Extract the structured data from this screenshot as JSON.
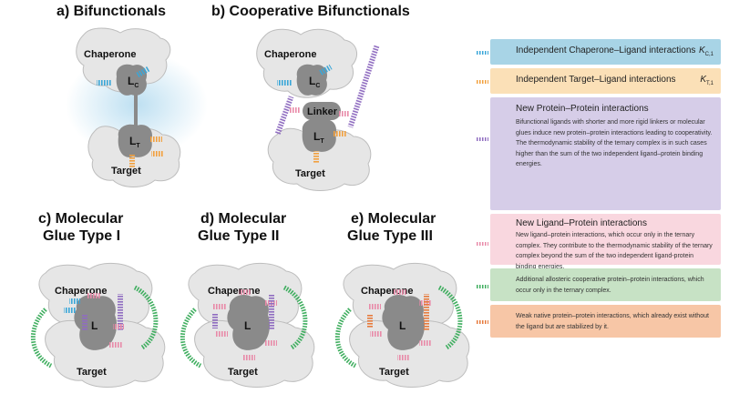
{
  "panels": {
    "a": {
      "title": "a) Bifunctionals",
      "chaperone": "Chaperone",
      "target": "Target",
      "lc": "L",
      "lc_sub": "C",
      "lt": "L",
      "lt_sub": "T"
    },
    "b": {
      "title": "b) Cooperative Bifunctionals",
      "chaperone": "Chaperone",
      "target": "Target",
      "lc": "L",
      "lc_sub": "C",
      "lt": "L",
      "lt_sub": "T",
      "linker": "Linker"
    },
    "c": {
      "title_line1": "c) Molecular",
      "title_line2": "Glue Type I",
      "chaperone": "Chaperone",
      "target": "Target",
      "ligand": "L"
    },
    "d": {
      "title_line1": "d) Molecular",
      "title_line2": "Glue Type II",
      "chaperone": "Chaperone",
      "target": "Target",
      "ligand": "L"
    },
    "e": {
      "title_line1": "e) Molecular",
      "title_line2": "Glue Type III",
      "chaperone": "Chaperone",
      "target": "Target",
      "ligand": "L"
    }
  },
  "legend": [
    {
      "id": "blue",
      "title": "Independent Chaperone–Ligand interactions",
      "k": "K",
      "k_sub": "C,1",
      "bg": "#a8d4e6",
      "icon": "#39a6d8"
    },
    {
      "id": "orange",
      "title": "Independent Target–Ligand interactions",
      "k": "K",
      "k_sub": "T,1",
      "bg": "#fbe0b7",
      "icon": "#f2a03d"
    },
    {
      "id": "purple",
      "title": "New Protein–Protein interactions",
      "text": "Bifunctional ligands with shorter and more rigid linkers or molecular glues induce new protein–protein interactions leading to cooperativity. The thermodynamic stability of the ternary complex is in such cases higher than the sum of the two independent ligand–protein binding energies.",
      "bg": "#d6cde8",
      "icon": "#8f6cc0"
    },
    {
      "id": "pink",
      "title": "New Ligand–Protein interactions",
      "text": "New ligand–protein interactions, which occur only in the ternary complex. They contribute to the thermodynamic stability of the ternary complex beyond the sum of the two independent ligand-protein binding energies.",
      "bg": "#f9d7df",
      "icon": "#e88aa8"
    },
    {
      "id": "green",
      "text": "Additional allosteric cooperative protein–protein interactions, which occur only in the ternary complex.",
      "bg": "#c7e2c5",
      "icon": "#3fae5f"
    },
    {
      "id": "salmon",
      "text": "Weak native protein–protein interactions, which already exist without the ligand but are stabilized by it.",
      "bg": "#f7c6a6",
      "icon": "#e67a3c"
    }
  ],
  "colors": {
    "protein": "#e6e6e6",
    "protein_stroke": "#bdbdbd",
    "ligand": "#8a8a8a",
    "glow": "#b6dcf0"
  }
}
